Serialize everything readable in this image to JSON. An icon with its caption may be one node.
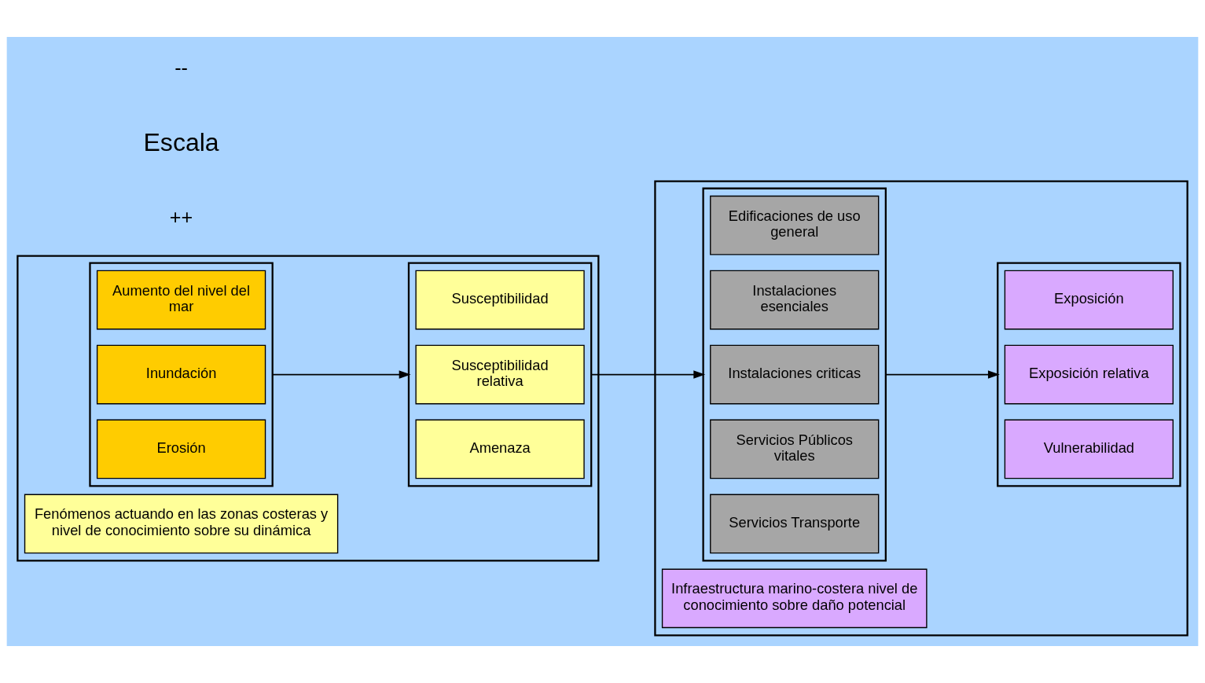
{
  "diagram": {
    "nodes": [
      {
        "text": [],
        "shape": "box"
      },
      {
        "text": [
          "Fenómenos actuando en las zonas costeras y nivel de conocimiento sobre su dinámica"
        ],
        "in": 0
      },
      {
        "text": [],
        "shape": "box",
        "in": 0
      },
      {
        "text": [
          "Aumento del nivel del mar"
        ],
        "in": 2
      },
      {
        "text": [
          "Inundación"
        ],
        "in": 2
      },
      {
        "text": [
          "Erosión"
        ],
        "in": 2
      },
      {
        "text": [],
        "shape": "box",
        "in": 0
      },
      {
        "text": [
          "Susceptibilidad"
        ],
        "in": 6
      },
      {
        "text": [
          "Susceptibilidad relativa"
        ],
        "in": 6
      },
      {
        "text": [
          "Amenaza"
        ],
        "in": 6
      },
      {
        "text": [],
        "shape": "box"
      },
      {
        "text": [
          "Infraestructura marino-costera nivel de conocimiento sobre daño potencial"
        ],
        "in": 10
      },
      {
        "text": [],
        "shape": "box",
        "in": 10
      },
      {
        "text": [
          "Edificaciones de uso general"
        ],
        "in": 12
      },
      {
        "text": [
          "Instalaciones esenciales"
        ],
        "in": 12
      },
      {
        "text": [
          "Instalaciones criticas"
        ],
        "in": 12
      },
      {
        "text": [
          "Servicios Públicos vitales"
        ],
        "in": 12
      },
      {
        "text": [
          "Servicios Transporte"
        ],
        "in": 12
      },
      {
        "text": [],
        "shape": "box",
        "in": 10
      },
      {
        "text": [
          "Exposición"
        ],
        "in": 18
      },
      {
        "text": [
          "Exposición relativa"
        ],
        "in": 18
      },
      {
        "text": [
          "Vulnerabilidad"
        ],
        "in": 18
      }
    ],
    "edges": [
      {
        "from": 2,
        "to": 6,
        "arrow": "to"
      },
      {
        "from": 6,
        "to": 12,
        "arrow": "to"
      },
      {
        "from": 12,
        "to": 18,
        "arrow": "to"
      }
    ],
    "labels": [
      "--",
      "Escala",
      "++"
    ]
  }
}
